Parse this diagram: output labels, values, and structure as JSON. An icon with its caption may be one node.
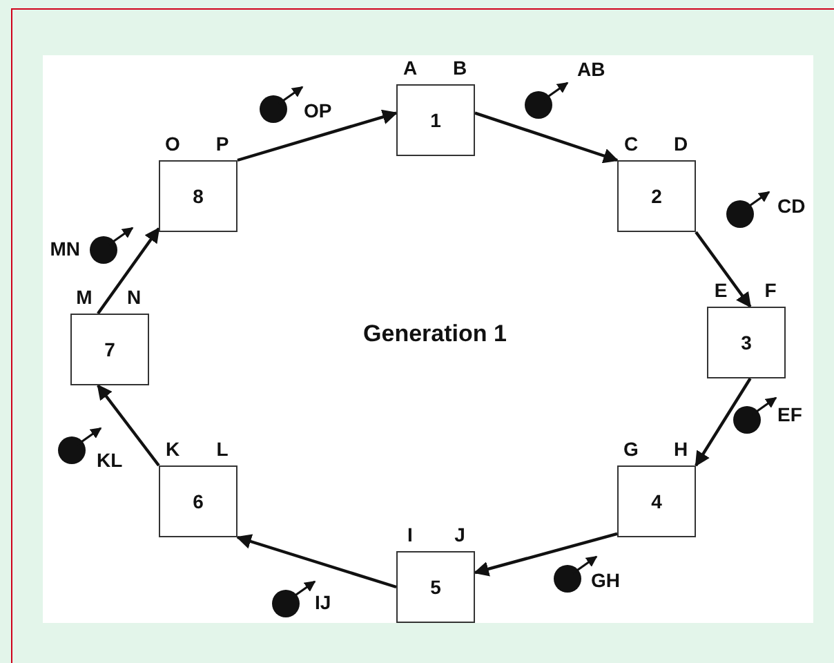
{
  "diagram": {
    "nodes": [
      {
        "text": [
          "1"
        ],
        "beside": [
          "A",
          "B"
        ]
      },
      {
        "text": [
          "2"
        ],
        "beside": [
          "C",
          "D"
        ]
      },
      {
        "text": [
          "3"
        ],
        "beside": [
          "E",
          "F"
        ]
      },
      {
        "text": [
          "4"
        ],
        "beside": [
          "G",
          "H"
        ]
      },
      {
        "text": [
          "5"
        ],
        "beside": [
          "I",
          "J"
        ]
      },
      {
        "text": [
          "6"
        ],
        "beside": [
          "K",
          "L"
        ]
      },
      {
        "text": [
          "7"
        ],
        "beside": [
          "M",
          "N"
        ]
      },
      {
        "text": [
          "8"
        ],
        "beside": [
          "O",
          "P"
        ]
      }
    ],
    "edges": [
      {
        "from": 0,
        "to": 1,
        "arrow": "to"
      },
      {
        "from": 1,
        "to": 2,
        "arrow": "to"
      },
      {
        "from": 2,
        "to": 3,
        "arrow": "to"
      },
      {
        "from": 3,
        "to": 4,
        "arrow": "to"
      },
      {
        "from": 4,
        "to": 5,
        "arrow": "to"
      },
      {
        "from": 5,
        "to": 6,
        "arrow": "to"
      },
      {
        "from": 6,
        "to": 7,
        "arrow": "to"
      },
      {
        "from": 7,
        "to": 0,
        "arrow": "to"
      }
    ],
    "labels": [
      "AB",
      "OP",
      "CD",
      "MN",
      "Generation 1",
      "EF",
      "KL",
      "GH",
      "IJ"
    ]
  }
}
